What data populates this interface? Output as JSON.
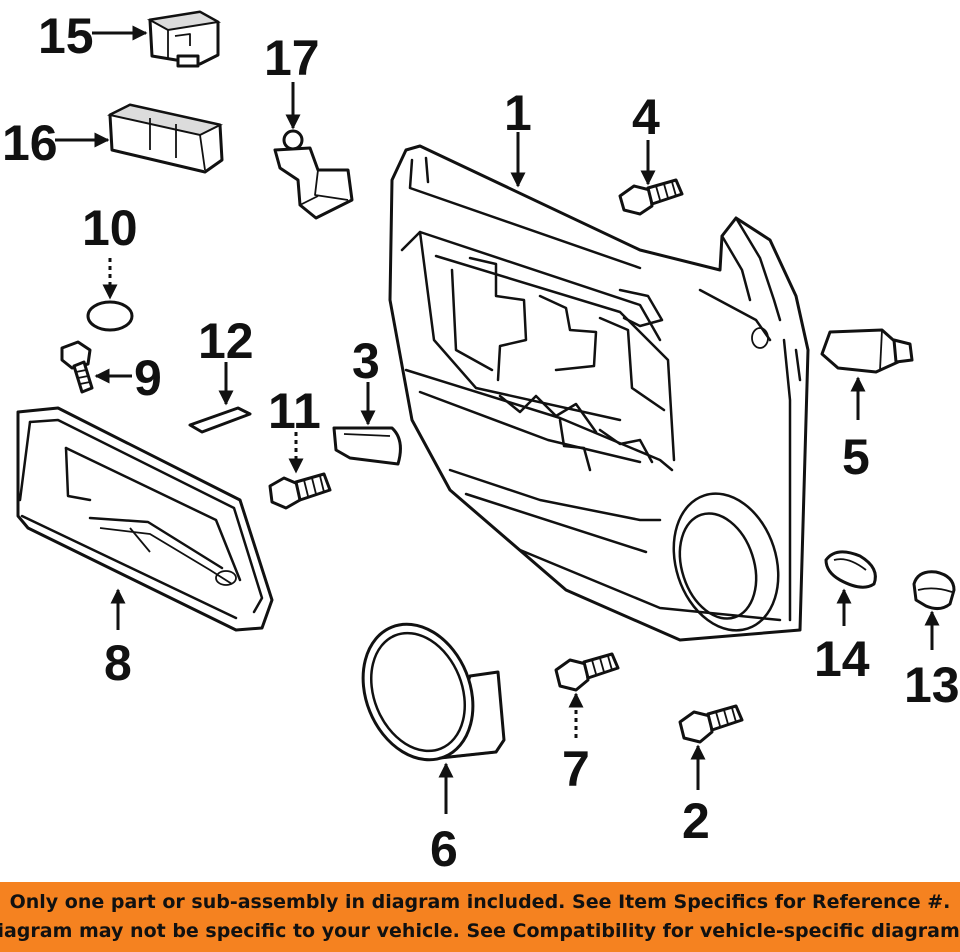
{
  "diagram": {
    "callouts": {
      "c1": "1",
      "c2": "2",
      "c3": "3",
      "c4": "4",
      "c5": "5",
      "c6": "6",
      "c7": "7",
      "c8": "8",
      "c9": "9",
      "c10": "10",
      "c11": "11",
      "c12": "12",
      "c13": "13",
      "c14": "14",
      "c15": "15",
      "c16": "16",
      "c17": "17"
    }
  },
  "banner": {
    "line1": "Only one part or sub-assembly in diagram included. See Item Specifics for Reference #.",
    "line2": "Diagram may not be specific to your vehicle. See Compatibility for vehicle-specific diagrams."
  },
  "colors": {
    "banner_background": "#f58220",
    "ink": "#111111",
    "background": "#ffffff"
  }
}
